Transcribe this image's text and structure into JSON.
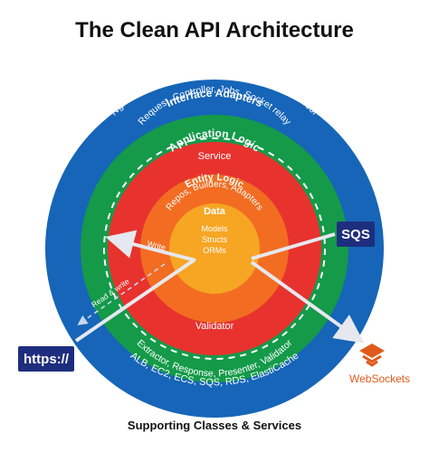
{
  "title": "The Clean API Architecture",
  "footer": "Supporting Classes & Services",
  "colors": {
    "frameworks": "#1665b8",
    "adapters": "#149a49",
    "application": "#e8322e",
    "entity": "#f26d22",
    "data": "#f6a623",
    "badge": "#1e2e7e",
    "websockets": "#e05a1c"
  },
  "layers": {
    "frameworks": {
      "title": "Frameworks & Cloud Services",
      "subtitle": "Nginx, Passenger, Rack, Sinatra, Queue processor",
      "bottom": "ALB, EC2, ECS, SQS, RDS, ElastiCache"
    },
    "adapters": {
      "title": "Interface Adapters",
      "subtitle": "Request, Controller, Jobs, Socket relay",
      "bottom": "Extractor, Response, Presenter, Validator"
    },
    "application": {
      "title": "Application Logic",
      "subtitle": "Service",
      "bottom": "Validator"
    },
    "entity": {
      "title": "Entity Logic",
      "subtitle": "Repos, Builders, Adapters"
    },
    "data": {
      "title": "Data",
      "items": [
        "Models",
        "Structs",
        "ORMs"
      ]
    }
  },
  "arrows": {
    "write": "Write",
    "read_write": "Read & write"
  },
  "badges": {
    "https": "https://",
    "sqs": "SQS",
    "websockets": "WebSockets"
  },
  "icons": {
    "websockets": "websockets-logo-icon"
  }
}
